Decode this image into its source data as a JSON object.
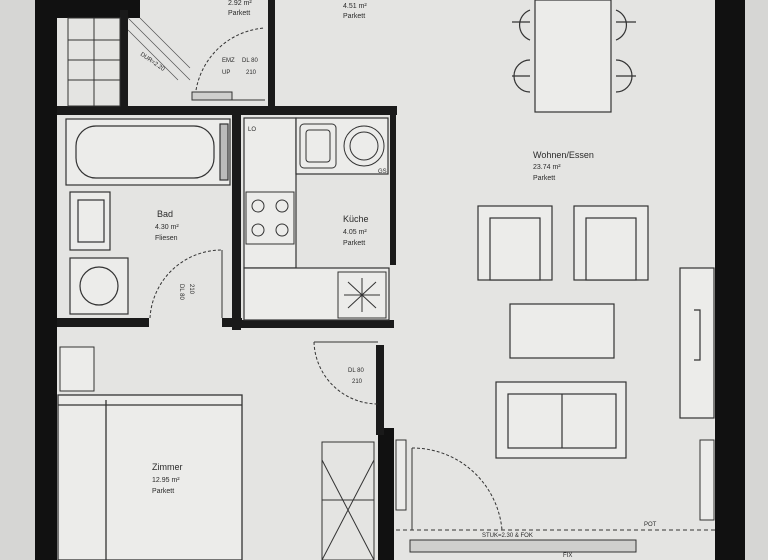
{
  "rooms": {
    "top_left": {
      "area": "2.92 m²",
      "floor": "Parkett"
    },
    "top_center": {
      "area": "4.51 m²",
      "floor": "Parkett"
    },
    "wohnen": {
      "name": "Wohnen/Essen",
      "area": "23.74 m²",
      "floor": "Parkett"
    },
    "bad": {
      "name": "Bad",
      "area": "4.30 m²",
      "floor": "Fliesen"
    },
    "kueche": {
      "name": "Küche",
      "area": "4.05 m²",
      "floor": "Parkett"
    },
    "zimmer": {
      "name": "Zimmer",
      "area": "12.95 m²",
      "floor": "Parkett"
    }
  },
  "annotations": {
    "durch": "DUR=2.20",
    "door_top": "DL 80",
    "door_top_h": "210",
    "emz": "EMZ",
    "up": "UP",
    "lo": "LO",
    "gs": "GS",
    "door_bad": "DL 80",
    "door_bad_h": "210",
    "door_zimmer": "DL 80",
    "door_zimmer_h": "210",
    "stuk": "STUK=2.30 & FOK",
    "pot": "POT",
    "fix": "FIX"
  }
}
